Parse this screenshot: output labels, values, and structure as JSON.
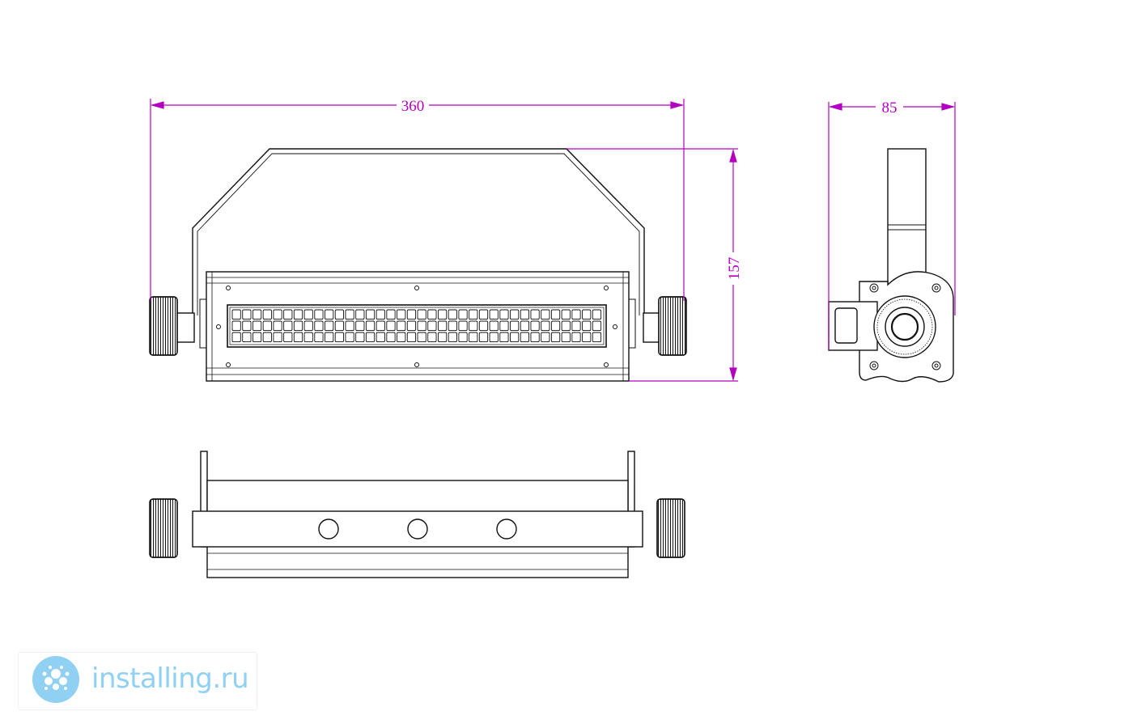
{
  "drawing": {
    "dimensions": {
      "width_label": "360",
      "height_label": "157",
      "depth_label": "85"
    },
    "front_view": {
      "led_columns": 36,
      "led_rows": 3
    },
    "bottom_view": {
      "port_count": 3
    }
  },
  "watermark": {
    "text": "installing.ru",
    "text_color": "#8fd0f3",
    "logo_color": "#8fd0f3",
    "logo_icon": "snowflake-cluster-icon"
  },
  "colors": {
    "dimension_line": "#b300c0",
    "outline": "#111111",
    "background": "#ffffff"
  }
}
